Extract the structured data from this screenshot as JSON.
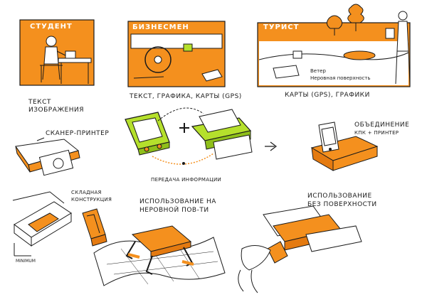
{
  "panels": [
    {
      "title": "СТУДЕНТ",
      "caption_line1": "ТЕКСТ",
      "caption_line2": "ИЗОБРАЖЕНИЯ"
    },
    {
      "title": "БИЗНЕСМЕН",
      "caption": "ТЕКСТ, ГРАФИКА, КАРТЫ (GPS)"
    },
    {
      "title": "ТУРИСТ",
      "caption": "КАРТЫ (GPS), ГРАФИКИ",
      "overlay_line1": "Ветер",
      "overlay_line2": "Неровная поверхность"
    }
  ],
  "concepts": {
    "scanner_printer": "СКАНЕР-ПРИНТЕР",
    "data_transfer": "ПЕРЕДАЧА ИНФОРМАЦИИ",
    "combined_line1": "ОБЪЕДИНЕНИЕ",
    "combined_line2": "КПК + ПРИНТЕР",
    "folding_line1": "СКЛАДНАЯ",
    "folding_line2": "КОНСТРУКЦИЯ",
    "uneven_line1": "ИСПОЛЬЗОВАНИЕ НА",
    "uneven_line2": "НЕРОВНОЙ ПОВ-ТИ",
    "nosurface_line1": "ИСПОЛЬЗОВАНИЕ",
    "nosurface_line2": "БЕЗ ПОВЕРХНОСТИ",
    "dimension_label": "MINIMUM"
  },
  "colors": {
    "orange": "#F4901E",
    "lime": "#B5E02C",
    "ink": "#1a1a1a"
  }
}
